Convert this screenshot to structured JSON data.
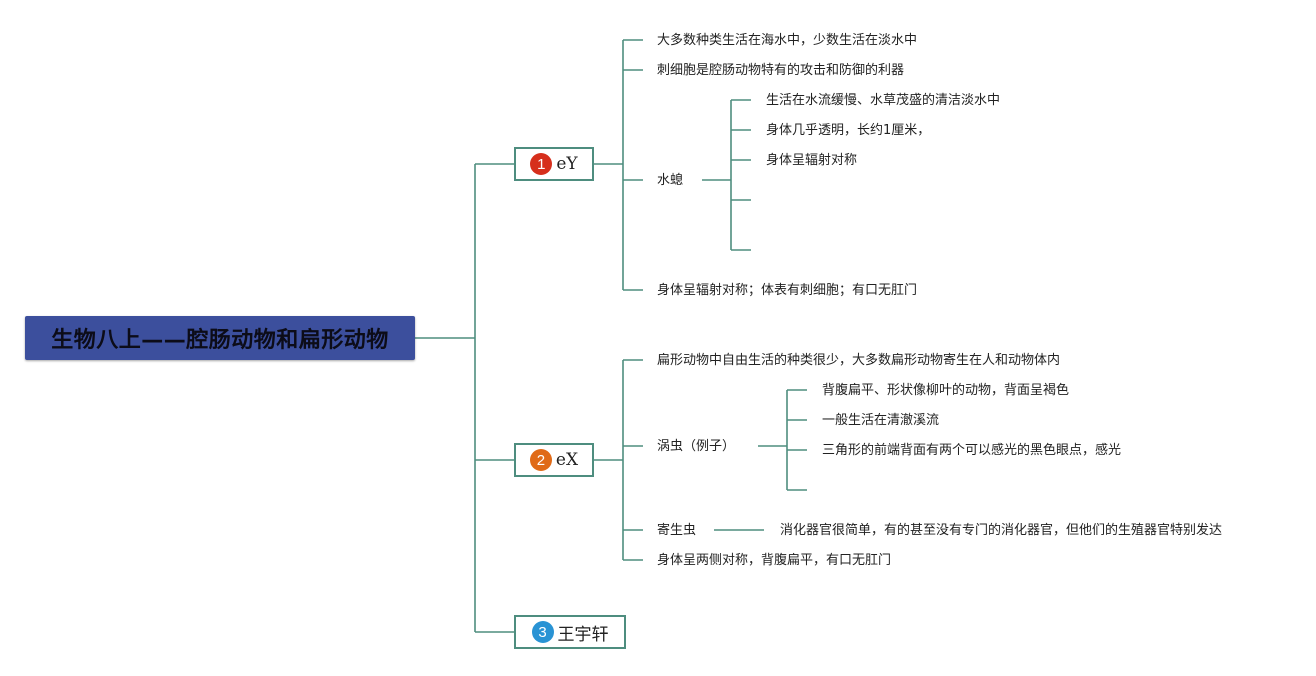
{
  "root": {
    "title": "生物八上——腔肠动物和扁形动物"
  },
  "branches": [
    {
      "number": "1",
      "label": "eY",
      "badge_color": "#d62f1c"
    },
    {
      "number": "2",
      "label": "eX",
      "badge_color": "#e06a17"
    },
    {
      "number": "3",
      "label": "王宇轩",
      "badge_color": "#2993d4"
    }
  ],
  "b1": {
    "habitat": "大多数种类生活在海水中，少数生活在淡水中",
    "cnidocyte": "刺细胞是腔肠动物特有的攻击和防御的利器",
    "hydra": {
      "label": "水螅",
      "items": [
        "生活在水流缓慢、水草茂盛的清洁淡水中",
        "身体几乎透明，长约1厘米，",
        "身体呈辐射对称"
      ]
    },
    "summary": "身体呈辐射对称；体表有刺细胞；有口无肛门"
  },
  "b2": {
    "intro": "扁形动物中自由生活的种类很少，大多数扁形动物寄生在人和动物体内",
    "planaria": {
      "label": "涡虫（例子）",
      "items": [
        "背腹扁平、形状像柳叶的动物，背面呈褐色",
        "一般生活在清澈溪流",
        "三角形的前端背面有两个可以感光的黑色眼点，感光"
      ]
    },
    "parasite": {
      "label": "寄生虫",
      "detail": "消化器官很简单，有的甚至没有专门的消化器官，但他们的生殖器官特别发达"
    },
    "summary": "身体呈两侧对称，背腹扁平，有口无肛门"
  }
}
